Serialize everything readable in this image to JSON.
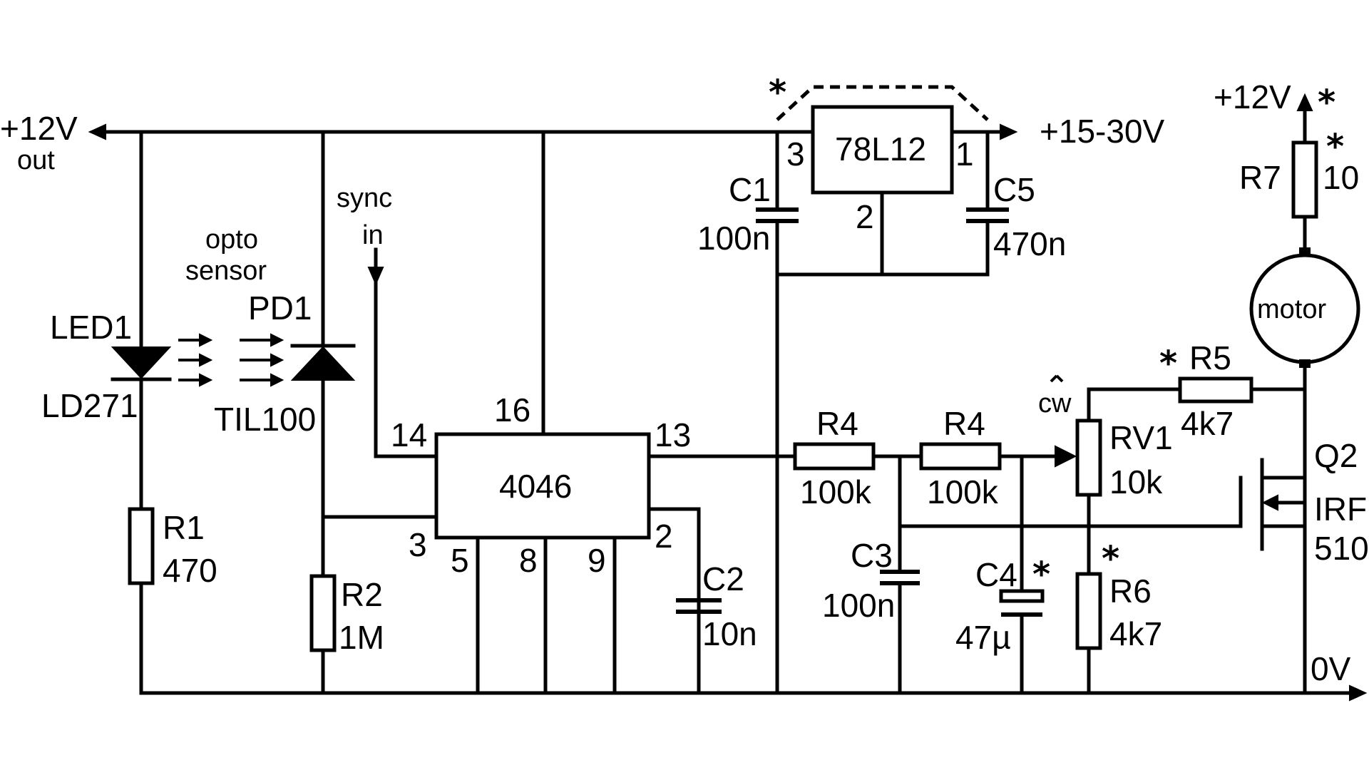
{
  "rails": {
    "supply_out_label": "+12V",
    "supply_out_sub": "out",
    "input_label": "+15-30V",
    "motor_supply_label": "+12V",
    "ground_label": "0V"
  },
  "regulator": {
    "name": "78L12",
    "pin_in": "3",
    "pin_out": "1",
    "pin_gnd": "2"
  },
  "ic": {
    "name": "4046",
    "pins": {
      "p14": "14",
      "p16": "16",
      "p13": "13",
      "p3": "3",
      "p2": "2",
      "p5": "5",
      "p8": "8",
      "p9": "9"
    }
  },
  "sensor": {
    "led_ref": "LED1",
    "led_part": "LD271",
    "pd_ref": "PD1",
    "pd_part": "TIL100",
    "opto_line1": "opto",
    "opto_line2": "sensor",
    "sync_line1": "sync",
    "sync_line2": "in"
  },
  "components": {
    "r1": {
      "ref": "R1",
      "value": "470"
    },
    "r2": {
      "ref": "R2",
      "value": "1M"
    },
    "c1": {
      "ref": "C1",
      "value": "100n"
    },
    "c5": {
      "ref": "C5",
      "value": "470n"
    },
    "c2": {
      "ref": "C2",
      "value": "10n"
    },
    "r4a": {
      "ref": "R4",
      "value": "100k"
    },
    "r4b": {
      "ref": "R4",
      "value": "100k"
    },
    "c3": {
      "ref": "C3",
      "value": "100n"
    },
    "c4": {
      "ref": "C4",
      "value": "47µ"
    },
    "rv1": {
      "ref": "RV1",
      "value": "10k",
      "direction": "cw"
    },
    "r5": {
      "ref": "R5",
      "value": "4k7"
    },
    "r6": {
      "ref": "R6",
      "value": "4k7"
    },
    "r7": {
      "ref": "R7",
      "value": "10"
    },
    "q2": {
      "ref": "Q2",
      "part_line1": "IRF",
      "part_line2": "510"
    },
    "motor": {
      "label": "motor"
    }
  },
  "marks": {
    "star": "*"
  }
}
